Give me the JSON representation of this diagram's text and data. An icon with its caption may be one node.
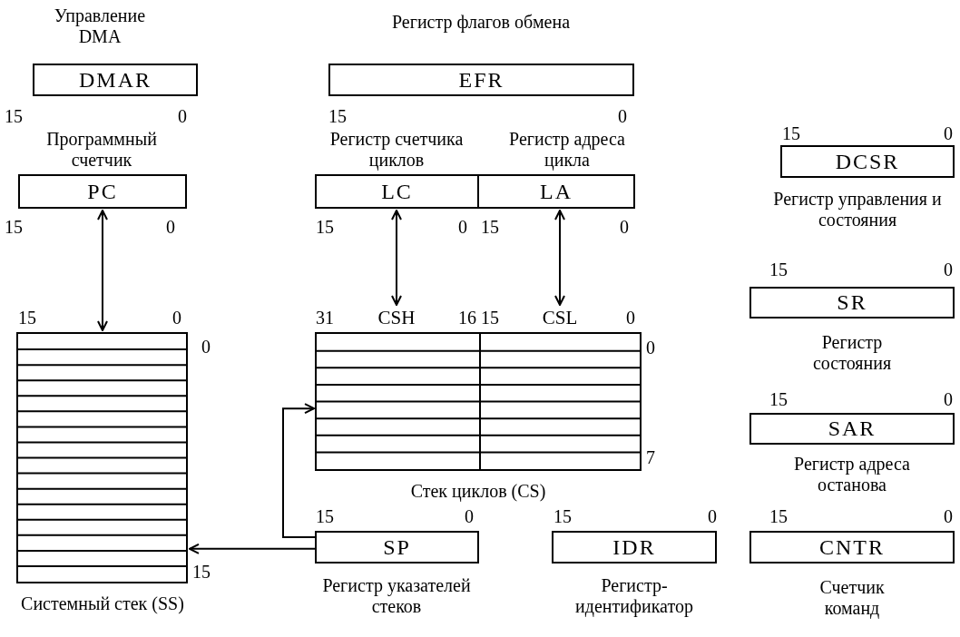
{
  "diagram": {
    "nodes": [
      {
        "text": [
          "DMAR"
        ],
        "beside": [
          "Управление DMA"
        ]
      },
      {
        "text": [
          "EFR"
        ],
        "beside": [
          "Регистр флагов обмена"
        ]
      },
      {
        "text": [
          "DCSR"
        ],
        "beside": [
          "Регистр управления и состояния"
        ]
      },
      {
        "text": [
          "PC"
        ],
        "beside": [
          "Программный счетчик"
        ]
      },
      {
        "text": [
          "LC"
        ],
        "beside": [
          "Регистр счетчика циклов"
        ]
      },
      {
        "text": [
          "LA"
        ],
        "beside": [
          "Регистр адреса цикла"
        ]
      },
      {
        "text": [
          "CSH"
        ]
      },
      {
        "text": [
          "CSL"
        ]
      },
      {
        "text": [],
        "shape": "box",
        "beside": [
          "Системный стек (SS)"
        ]
      },
      {
        "text": [],
        "shape": "box",
        "beside": [
          "Стек циклов (CS)"
        ]
      },
      {
        "text": [
          "SR"
        ],
        "beside": [
          "Регистр состояния"
        ]
      },
      {
        "text": [
          "SAR"
        ],
        "beside": [
          "Регистр адреса останова"
        ]
      },
      {
        "text": [
          "SP"
        ],
        "beside": [
          "Регистр указателей стеков"
        ]
      },
      {
        "text": [
          "IDR"
        ],
        "beside": [
          "Регистр-идентификатор"
        ]
      },
      {
        "text": [
          "CNTR"
        ],
        "beside": [
          "Счетчик команд"
        ]
      }
    ],
    "edges": [
      {
        "from": 3,
        "to": 8,
        "arrow": "both"
      },
      {
        "from": 4,
        "to": 6,
        "arrow": "both"
      },
      {
        "from": 5,
        "to": 7,
        "arrow": "both"
      },
      {
        "from": 12,
        "to": 8,
        "arrow": "to"
      },
      {
        "from": 12,
        "to": 9,
        "arrow": "to"
      }
    ],
    "labels": [
      "15",
      "0",
      "15",
      "0",
      "15",
      "0",
      "15",
      "0",
      "15",
      "0",
      "15",
      "0",
      "15",
      "0",
      "31",
      "16",
      "15",
      "0",
      "0",
      "0",
      "15",
      "0",
      "15",
      "0",
      "7",
      "15",
      "0",
      "15",
      "0",
      "15",
      "0",
      "15"
    ]
  }
}
